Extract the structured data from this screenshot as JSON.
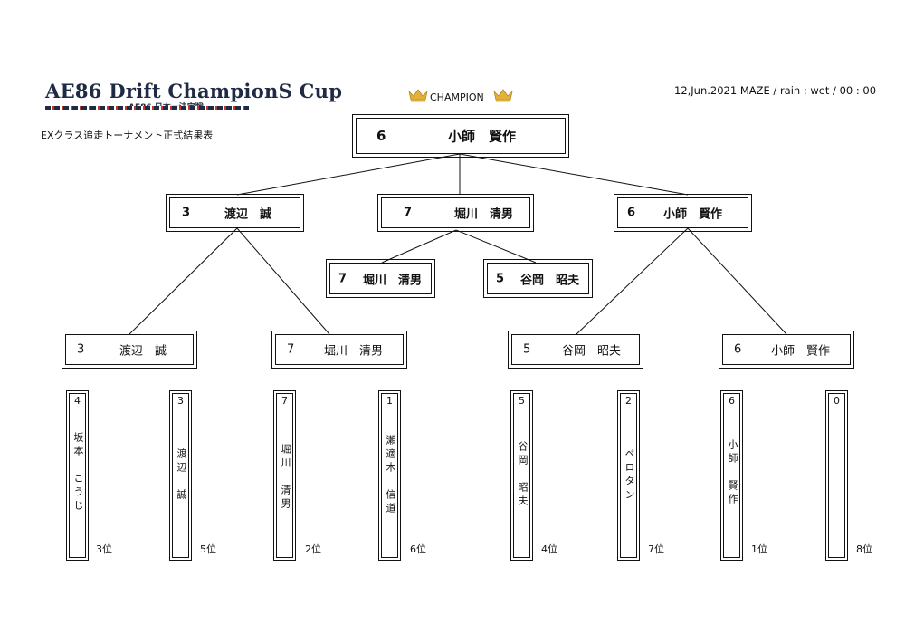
{
  "header": {
    "logo_text": "AE86 Drift ChampionS Cup",
    "logo_sub": "AE86 日本一決定戦",
    "subtitle": "EXクラス追走トーナメント正式結果表",
    "meta": "12,Jun.2021 MAZE / rain : wet  / 00 : 00",
    "champion_label": "CHAMPION",
    "crown_color": "#e0b23c"
  },
  "champion": {
    "num": "6",
    "name": "小師　賢作"
  },
  "semis": [
    {
      "num": "3",
      "name": "渡辺　誠"
    },
    {
      "num": "7",
      "name": "堀川　清男"
    },
    {
      "num": "6",
      "name": "小師　賢作"
    }
  ],
  "third_place": [
    {
      "num": "7",
      "name": "堀川　清男"
    },
    {
      "num": "5",
      "name": "谷岡　昭夫"
    }
  ],
  "quarters": [
    {
      "num": "3",
      "name": "渡辺　誠"
    },
    {
      "num": "7",
      "name": "堀川　清男"
    },
    {
      "num": "5",
      "name": "谷岡　昭夫"
    },
    {
      "num": "6",
      "name": "小師　賢作"
    }
  ],
  "entrants": [
    {
      "num": "4",
      "name": "坂本　こうじ",
      "rank": "3位"
    },
    {
      "num": "3",
      "name": "渡辺　誠",
      "rank": "5位"
    },
    {
      "num": "7",
      "name": "堀川　清男",
      "rank": "2位"
    },
    {
      "num": "1",
      "name": "瀬適木　信道",
      "rank": "6位"
    },
    {
      "num": "5",
      "name": "谷岡　昭夫",
      "rank": "4位"
    },
    {
      "num": "2",
      "name": "ペロタン",
      "rank": "7位"
    },
    {
      "num": "6",
      "name": "小師　賢作",
      "rank": "1位"
    },
    {
      "num": "0",
      "name": "",
      "rank": "8位"
    }
  ]
}
